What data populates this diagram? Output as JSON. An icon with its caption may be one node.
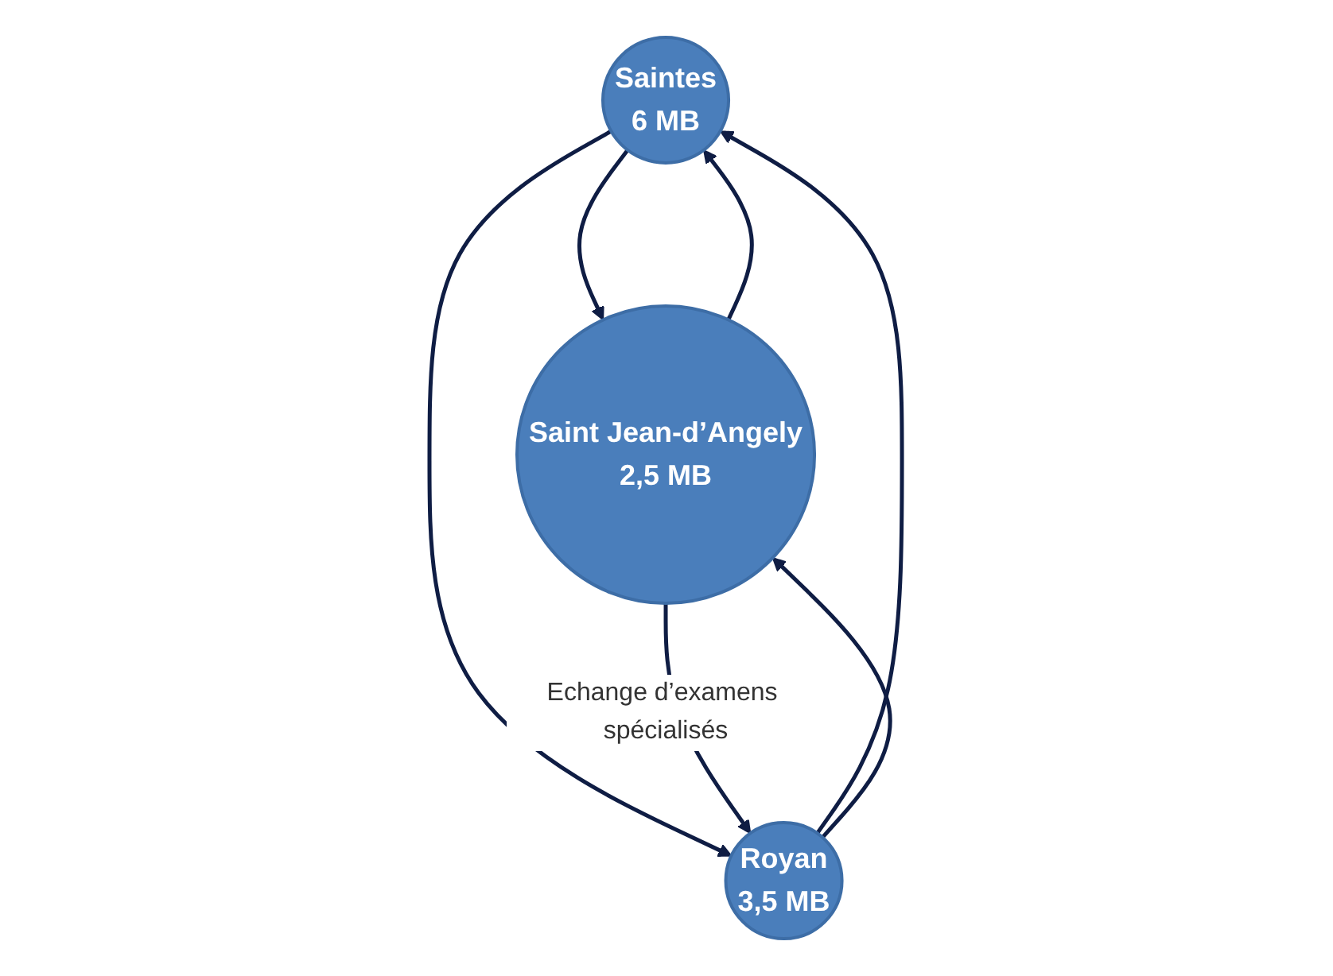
{
  "diagram": {
    "nodes": [
      {
        "text": [
          "Saintes",
          "6 MB"
        ]
      },
      {
        "text": [
          "Saint Jean-d’Angely",
          "2,5 MB"
        ]
      },
      {
        "text": [
          "Royan",
          "3,5 MB"
        ]
      }
    ],
    "edges": [
      {
        "from": 1,
        "to": 0,
        "arrow": "to"
      },
      {
        "from": 0,
        "to": 1,
        "arrow": "to"
      },
      {
        "from": 0,
        "to": 2,
        "arrow": "to"
      },
      {
        "from": 2,
        "to": 0,
        "arrow": "to"
      },
      {
        "from": 2,
        "to": 1,
        "arrow": "to"
      },
      {
        "from": 1,
        "to": 2,
        "arrow": "to",
        "label": "Echange d’examens spécialisés"
      }
    ]
  }
}
